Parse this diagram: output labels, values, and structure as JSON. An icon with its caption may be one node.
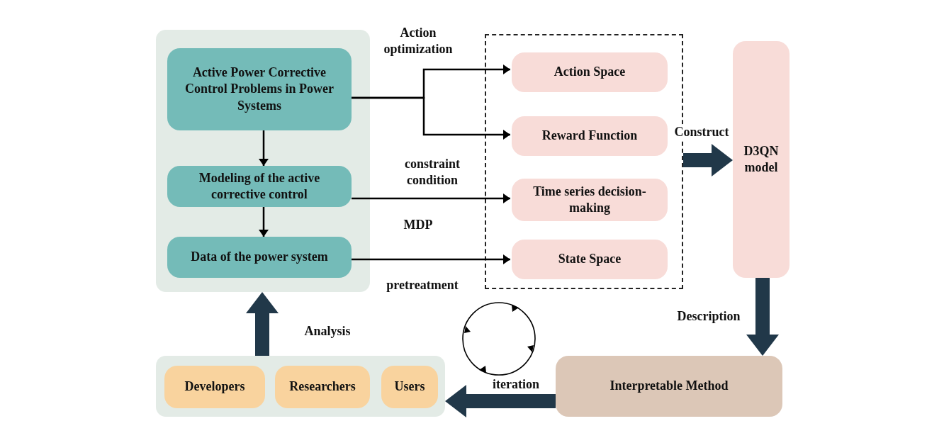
{
  "diagram": {
    "nodes": [
      {
        "text": [],
        "shape": "box"
      },
      {
        "text": [
          "Active Power Corrective Control Problems in Power Systems"
        ],
        "in": 0
      },
      {
        "text": [
          "Modeling of the active corrective control"
        ],
        "in": 0
      },
      {
        "text": [
          "Data of the power system"
        ],
        "in": 0
      },
      {
        "text": [],
        "shape": "box"
      },
      {
        "text": [
          "Action Space"
        ],
        "in": 4
      },
      {
        "text": [
          "Reward Function"
        ],
        "in": 4
      },
      {
        "text": [
          "Time series decision-making"
        ],
        "in": 4
      },
      {
        "text": [
          "State Space"
        ],
        "in": 4
      },
      {
        "text": [
          "D3QN model"
        ]
      },
      {
        "text": [
          "Interpretable Method"
        ]
      },
      {
        "text": [],
        "shape": "box"
      },
      {
        "text": [
          "Developers"
        ],
        "in": 11
      },
      {
        "text": [
          "Researchers"
        ],
        "in": 11
      },
      {
        "text": [
          "Users"
        ],
        "in": 11
      }
    ],
    "edges": [
      {
        "from": 1,
        "to": 2,
        "arrow": "to"
      },
      {
        "from": 2,
        "to": 3,
        "arrow": "to"
      },
      {
        "from": 1,
        "to": 5,
        "arrow": "to",
        "label": "Action optimization"
      },
      {
        "from": 1,
        "to": 6,
        "arrow": "to"
      },
      {
        "from": 2,
        "to": 7,
        "arrow": "to",
        "label": "constraint condition"
      },
      {
        "from": 3,
        "to": 8,
        "arrow": "to",
        "label": "pretreatment"
      },
      {
        "from": 4,
        "to": 9,
        "arrow": "to",
        "label": "Construct",
        "style": "thick",
        "color": "#213849"
      },
      {
        "from": 9,
        "to": 10,
        "arrow": "to",
        "label": "Description",
        "style": "thick",
        "color": "#213849"
      },
      {
        "from": 10,
        "to": 11,
        "arrow": "to",
        "label": "iteration",
        "style": "thick",
        "color": "#213849"
      },
      {
        "from": 11,
        "to": 0,
        "arrow": "to",
        "label": "Analysis",
        "style": "thick",
        "color": "#213849"
      }
    ],
    "labels": [
      "MDP"
    ]
  }
}
